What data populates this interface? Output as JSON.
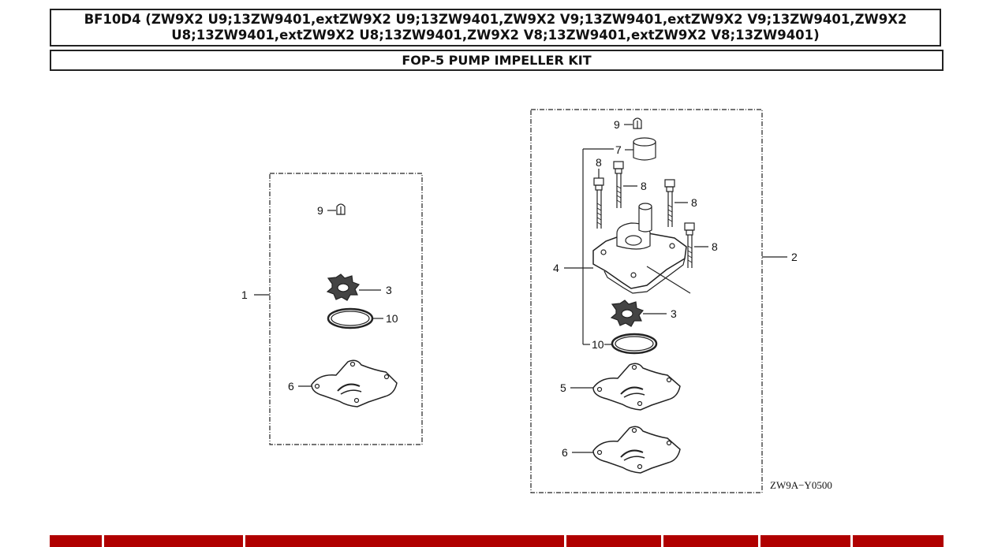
{
  "header": {
    "title_line1": "BF10D4 (ZW9X2 U9;13ZW9401,extZW9X2 U9;13ZW9401,ZW9X2 V9;13ZW9401,extZW9X2 V9;13ZW9401,ZW9X2",
    "title_line2": "U8;13ZW9401,extZW9X2 U8;13ZW9401,ZW9X2 V8;13ZW9401,extZW9X2 V8;13ZW9401)",
    "subtitle": "FOP-5 PUMP IMPELLER KIT"
  },
  "diagram": {
    "left_kit": {
      "callouts": {
        "kit": "1",
        "clip": "9",
        "impeller": "3",
        "seal": "10",
        "gasket": "6"
      }
    },
    "right_kit": {
      "callouts": {
        "kit": "2",
        "clip": "9",
        "grommet": "7",
        "bolt_a": "8",
        "bolt_b": "8",
        "bolt_c": "8",
        "bolt_d": "8",
        "housing": "4",
        "impeller": "3",
        "seal": "10",
        "plate": "5",
        "gasket": "6"
      }
    },
    "drawing_code": "ZW9A−Y0500"
  },
  "colors": {
    "accent_bar": "#b00000",
    "line": "#222222"
  }
}
